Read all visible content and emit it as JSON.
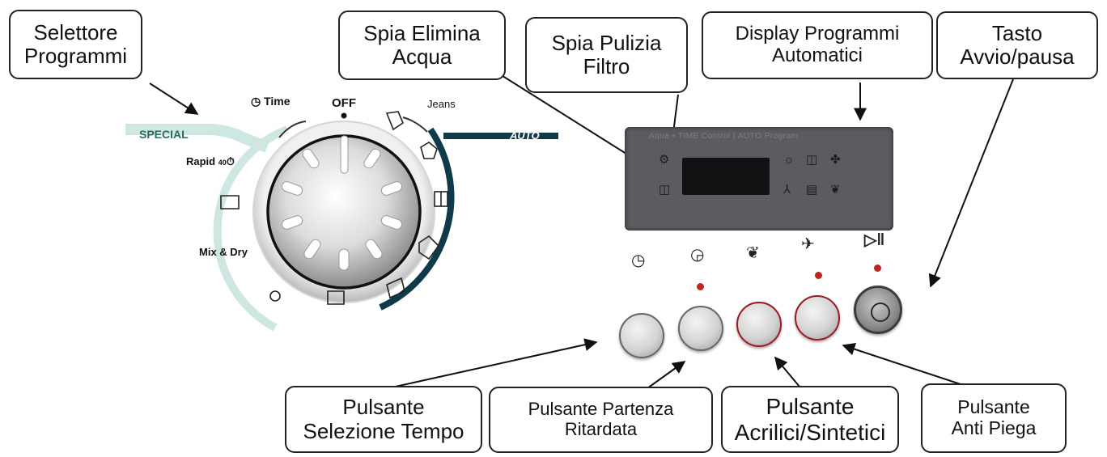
{
  "callouts": {
    "selettore": [
      "Selettore",
      "Programmi"
    ],
    "spia_elimina": [
      "Spia Elimina",
      "Acqua"
    ],
    "spia_pulizia": [
      "Spia Pulizia",
      "Filtro"
    ],
    "display_auto": [
      "Display Programmi",
      "Automatici"
    ],
    "tasto_avvio": [
      "Tasto",
      "Avvio/pausa"
    ],
    "pulsante_tempo": [
      "Pulsante",
      "Selezione Tempo"
    ],
    "pulsante_partenza": [
      "Pulsante Partenza",
      "Ritardata"
    ],
    "pulsante_acrilici": [
      "Pulsante",
      "Acrilici/Sintetici"
    ],
    "pulsante_antipiega": [
      "Pulsante",
      "Anti Piega"
    ]
  },
  "dial": {
    "time": "Time",
    "off": "OFF",
    "jeans": "Jeans",
    "special": "SPECIAL",
    "auto": "AUTO",
    "rapid": "Rapid",
    "rapid_temp": "40",
    "mix_dry": "Mix & Dry"
  },
  "display": {
    "header": "Aqua • TIME Control | AUTO Program"
  },
  "icons": {
    "time_button": "clock-icon",
    "delay_button": "delay-timer-icon",
    "acrylic_button": "leaf-icon",
    "antiwrinkle_button": "anti-crease-icon",
    "start_button": "play-pause-icon"
  },
  "colors": {
    "special_band": "#cfe7e2",
    "auto_band": "#0f3a4a",
    "led": "#c0251f",
    "display_panel": "#5a5c60"
  }
}
